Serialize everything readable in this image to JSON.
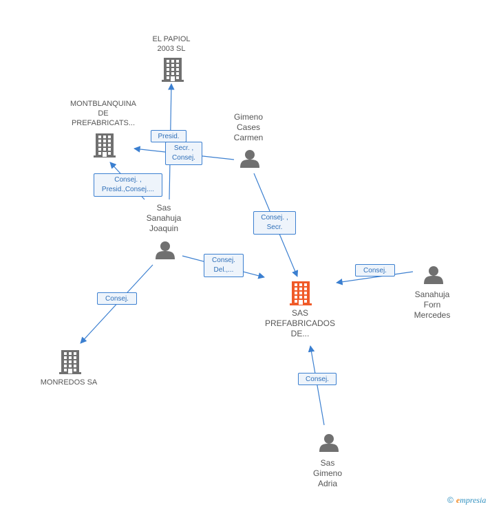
{
  "colors": {
    "edge": "#3b7fd0",
    "node_gray": "#707070",
    "node_main": "#f05a28"
  },
  "nodes": [
    {
      "id": "el-papiol",
      "kind": "company",
      "lines": [
        "EL PAPIOL",
        "2003 SL"
      ]
    },
    {
      "id": "montblanquina",
      "kind": "company",
      "lines": [
        "MONTBLANQUINA",
        "DE",
        "PREFABRICATS..."
      ]
    },
    {
      "id": "gimeno-cases",
      "kind": "person",
      "lines": [
        "Gimeno",
        "Cases",
        "Carmen"
      ]
    },
    {
      "id": "sas-sanahuja",
      "kind": "person",
      "lines": [
        "Sas",
        "Sanahuja",
        "Joaquin"
      ]
    },
    {
      "id": "sas-prefabricados",
      "kind": "company-main",
      "lines": [
        "SAS",
        "PREFABRICADOS",
        "DE..."
      ]
    },
    {
      "id": "sanahuja-forn",
      "kind": "person",
      "lines": [
        "Sanahuja",
        "Forn",
        "Mercedes"
      ]
    },
    {
      "id": "monredos",
      "kind": "company",
      "lines": [
        "MONREDOS SA"
      ]
    },
    {
      "id": "sas-gimeno",
      "kind": "person",
      "lines": [
        "Sas",
        "Gimeno",
        "Adria"
      ]
    }
  ],
  "edges": [
    {
      "id": "e1",
      "from": "sas-sanahuja",
      "to": "el-papiol",
      "lines": [
        "Presid."
      ]
    },
    {
      "id": "e2",
      "from": "gimeno-cases",
      "to": "montblanquina",
      "lines": [
        "Secr. ,",
        "Consej."
      ]
    },
    {
      "id": "e3",
      "from": "sas-sanahuja",
      "to": "montblanquina",
      "lines": [
        "Consej. ,",
        "Presid.,Consej...."
      ]
    },
    {
      "id": "e4",
      "from": "gimeno-cases",
      "to": "sas-prefabricados",
      "lines": [
        "Consej. ,",
        "Secr."
      ]
    },
    {
      "id": "e5",
      "from": "sas-sanahuja",
      "to": "sas-prefabricados",
      "lines": [
        "Consej.",
        "Del.,..."
      ]
    },
    {
      "id": "e6",
      "from": "sanahuja-forn",
      "to": "sas-prefabricados",
      "lines": [
        "Consej."
      ]
    },
    {
      "id": "e7",
      "from": "sas-sanahuja",
      "to": "monredos",
      "lines": [
        "Consej."
      ]
    },
    {
      "id": "e8",
      "from": "sas-gimeno",
      "to": "sas-prefabricados",
      "lines": [
        "Consej."
      ]
    }
  ],
  "footer": {
    "copyright": "©",
    "brand_initial": "e",
    "brand_rest": "mpresia"
  }
}
